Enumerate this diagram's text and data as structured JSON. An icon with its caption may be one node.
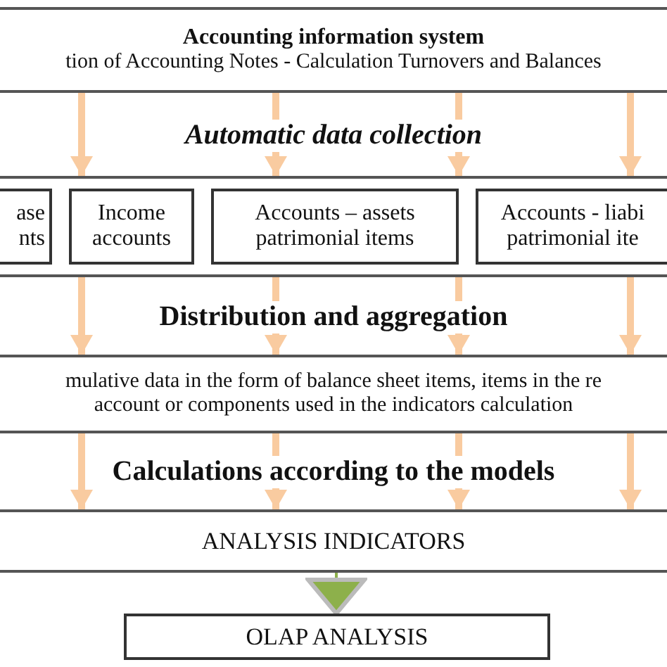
{
  "diagram": {
    "nodes": [
      {
        "text": [
          "Accounting information system",
          "tion of Accounting Notes - Calculation Turnovers and Balances"
        ]
      },
      {
        "text": [
          "Automatic data collection"
        ]
      },
      {
        "text": [],
        "shape": "box"
      },
      {
        "text": [
          "ase nts"
        ],
        "in": 2
      },
      {
        "text": [
          "Income accounts"
        ],
        "in": 2
      },
      {
        "text": [
          "Accounts – assets patrimonial items"
        ],
        "in": 2
      },
      {
        "text": [
          "Accounts - liabi patrimonial ite"
        ],
        "in": 2
      },
      {
        "text": [
          "Distribution and aggregation"
        ]
      },
      {
        "text": [
          "mulative data in the form of balance sheet items, items in the re account or components used in the indicators calculation"
        ]
      },
      {
        "text": [
          "Calculations according to the models"
        ]
      },
      {
        "text": [
          "ANALYSIS INDICATORS"
        ]
      },
      {
        "text": [
          "OLAP ANALYSIS"
        ]
      }
    ],
    "edges": [
      {
        "from": 0,
        "to": 2,
        "arrow": "to"
      },
      {
        "from": 0,
        "to": 1,
        "arrow": "none"
      },
      {
        "from": 1,
        "to": 2,
        "arrow": "to"
      },
      {
        "from": 0,
        "to": 1,
        "arrow": "none"
      },
      {
        "from": 1,
        "to": 2,
        "arrow": "to"
      },
      {
        "from": 0,
        "to": 2,
        "arrow": "to"
      },
      {
        "from": 2,
        "to": 8,
        "arrow": "to"
      },
      {
        "from": 2,
        "to": 7,
        "arrow": "none"
      },
      {
        "from": 7,
        "to": 8,
        "arrow": "to"
      },
      {
        "from": 2,
        "to": 7,
        "arrow": "none"
      },
      {
        "from": 7,
        "to": 8,
        "arrow": "to"
      },
      {
        "from": 2,
        "to": 8,
        "arrow": "to"
      },
      {
        "from": 8,
        "to": 10,
        "arrow": "to"
      },
      {
        "from": 8,
        "to": 9,
        "arrow": "none"
      },
      {
        "from": 9,
        "to": 10,
        "arrow": "to"
      },
      {
        "from": 8,
        "to": 9,
        "arrow": "none"
      },
      {
        "from": 9,
        "to": 10,
        "arrow": "to"
      },
      {
        "from": 8,
        "to": 10,
        "arrow": "to"
      },
      {
        "from": 10,
        "to": 11,
        "arrow": "to",
        "color": "#8db04b"
      }
    ]
  }
}
